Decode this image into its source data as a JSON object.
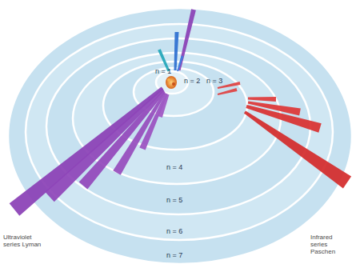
{
  "diagram": {
    "labels": [
      "n = 1",
      "n = 2",
      "n = 3",
      "n = 4",
      "n = 5",
      "n = 6",
      "n = 7",
      "Ultraviolet series Lyman",
      "Infrared series Paschen"
    ]
  }
}
